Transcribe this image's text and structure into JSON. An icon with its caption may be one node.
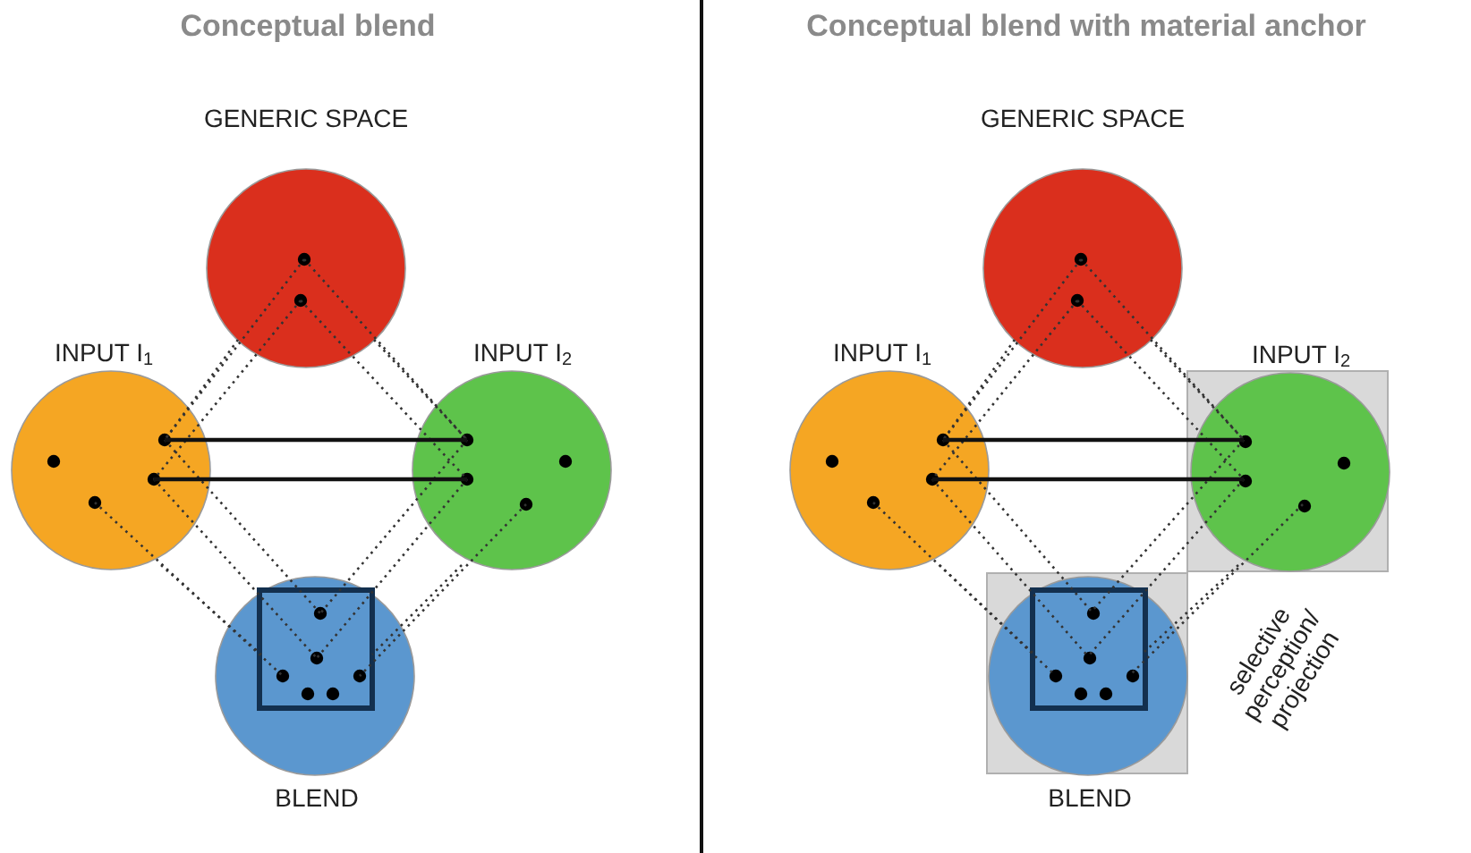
{
  "diagram": {
    "nodes": [
      {
        "text": [
          "GENERIC SPACE"
        ]
      },
      {
        "text": [
          "INPUT I$_{1}$"
        ]
      },
      {
        "text": [
          "INPUT I$_{2}$"
        ]
      },
      {
        "text": [
          "BLEND"
        ]
      },
      {
        "text": [
          "GENERIC SPACE"
        ]
      },
      {
        "text": [
          "INPUT I$_{1}$"
        ]
      },
      {
        "text": [],
        "shape": "box"
      },
      {
        "text": [
          "INPUT I$_{2}$"
        ],
        "in": 6
      },
      {
        "text": [],
        "shape": "box"
      },
      {
        "text": [
          "BLEND"
        ],
        "in": 8
      }
    ],
    "edges": [
      {
        "from": 0,
        "to": 1,
        "arrow": "none",
        "style": "dashed"
      },
      {
        "from": 0,
        "to": 1,
        "arrow": "none",
        "style": "dashed"
      },
      {
        "from": 0,
        "to": 1,
        "arrow": "none",
        "style": "dashed"
      },
      {
        "from": 0,
        "to": 2,
        "arrow": "none",
        "style": "dashed"
      },
      {
        "from": 0,
        "to": 2,
        "arrow": "none",
        "style": "dashed"
      },
      {
        "from": 0,
        "to": 2,
        "arrow": "none",
        "style": "dashed"
      },
      {
        "from": 1,
        "to": 3,
        "arrow": "none",
        "style": "dashed"
      },
      {
        "from": 1,
        "to": 3,
        "arrow": "none",
        "style": "dashed"
      },
      {
        "from": 1,
        "to": 3,
        "arrow": "none",
        "style": "dashed"
      },
      {
        "from": 1,
        "to": 3,
        "arrow": "none",
        "style": "dashed"
      },
      {
        "from": 2,
        "to": 3,
        "arrow": "none",
        "style": "dashed"
      },
      {
        "from": 2,
        "to": 3,
        "arrow": "none",
        "style": "dashed"
      },
      {
        "from": 2,
        "to": 3,
        "arrow": "none",
        "style": "dashed"
      },
      {
        "from": 2,
        "to": 3,
        "arrow": "none",
        "style": "dashed"
      },
      {
        "from": 1,
        "to": 2,
        "arrow": "none"
      },
      {
        "from": 1,
        "to": 2,
        "arrow": "none"
      },
      {
        "from": 4,
        "to": 5,
        "arrow": "none",
        "style": "dashed"
      },
      {
        "from": 4,
        "to": 5,
        "arrow": "none",
        "style": "dashed"
      },
      {
        "from": 4,
        "to": 5,
        "arrow": "none",
        "style": "dashed"
      },
      {
        "from": 4,
        "to": 7,
        "arrow": "none",
        "style": "dashed"
      },
      {
        "from": 4,
        "to": 7,
        "arrow": "none",
        "style": "dashed"
      },
      {
        "from": 4,
        "to": 7,
        "arrow": "none",
        "style": "dashed"
      },
      {
        "from": 5,
        "to": 9,
        "arrow": "none",
        "style": "dashed"
      },
      {
        "from": 5,
        "to": 9,
        "arrow": "none",
        "style": "dashed"
      },
      {
        "from": 5,
        "to": 9,
        "arrow": "none",
        "style": "dashed"
      },
      {
        "from": 5,
        "to": 9,
        "arrow": "none",
        "style": "dashed"
      },
      {
        "from": 7,
        "to": 9,
        "arrow": "none",
        "style": "dashed"
      },
      {
        "from": 7,
        "to": 9,
        "arrow": "none",
        "style": "dashed"
      },
      {
        "from": 7,
        "to": 9,
        "arrow": "none",
        "style": "dashed"
      },
      {
        "from": 7,
        "to": 9,
        "arrow": "none",
        "style": "dashed"
      },
      {
        "from": 5,
        "to": 7,
        "arrow": "none"
      },
      {
        "from": 5,
        "to": 7,
        "arrow": "none"
      }
    ],
    "labels": [
      "Conceptual blend",
      "Conceptual blend with material anchor",
      "selective perception/ projection"
    ]
  }
}
